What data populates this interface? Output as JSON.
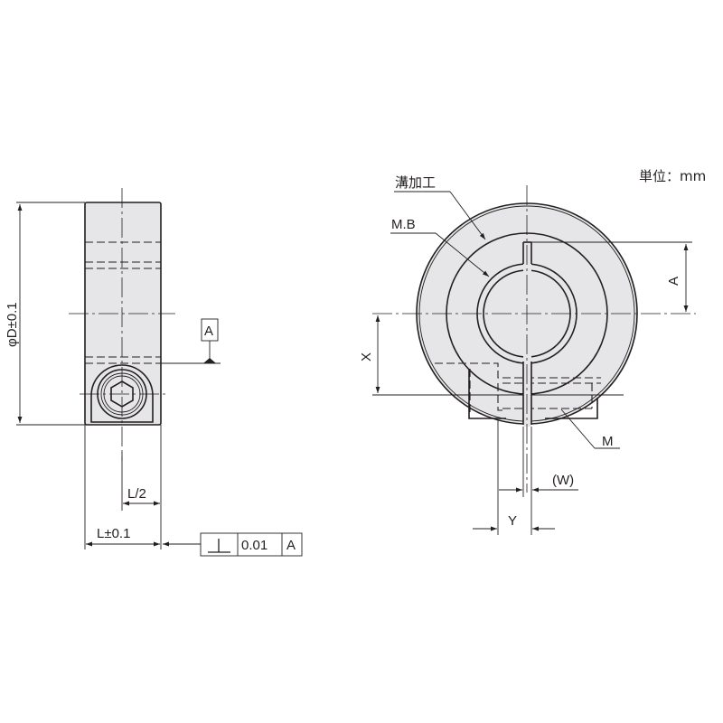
{
  "drawing": {
    "unit_label": "単位：mm",
    "colors": {
      "line": "#231f20",
      "part_fill": "#e6e6e8",
      "background": "#ffffff"
    },
    "side_view": {
      "diameter_dim": "φD±0.1",
      "datum_label": "A",
      "half_length_dim": "L/2",
      "length_dim": "L±0.1",
      "tolerance_frame": {
        "symbol": "⊥",
        "symbol_name": "perpendicularity",
        "value": "0.01",
        "datum": "A"
      }
    },
    "front_view": {
      "groove_label": "溝加工",
      "bore_label": "M.B",
      "screw_label": "M",
      "dim_a": "A",
      "dim_x": "X",
      "dim_y": "Y",
      "dim_w": "(W)"
    }
  }
}
